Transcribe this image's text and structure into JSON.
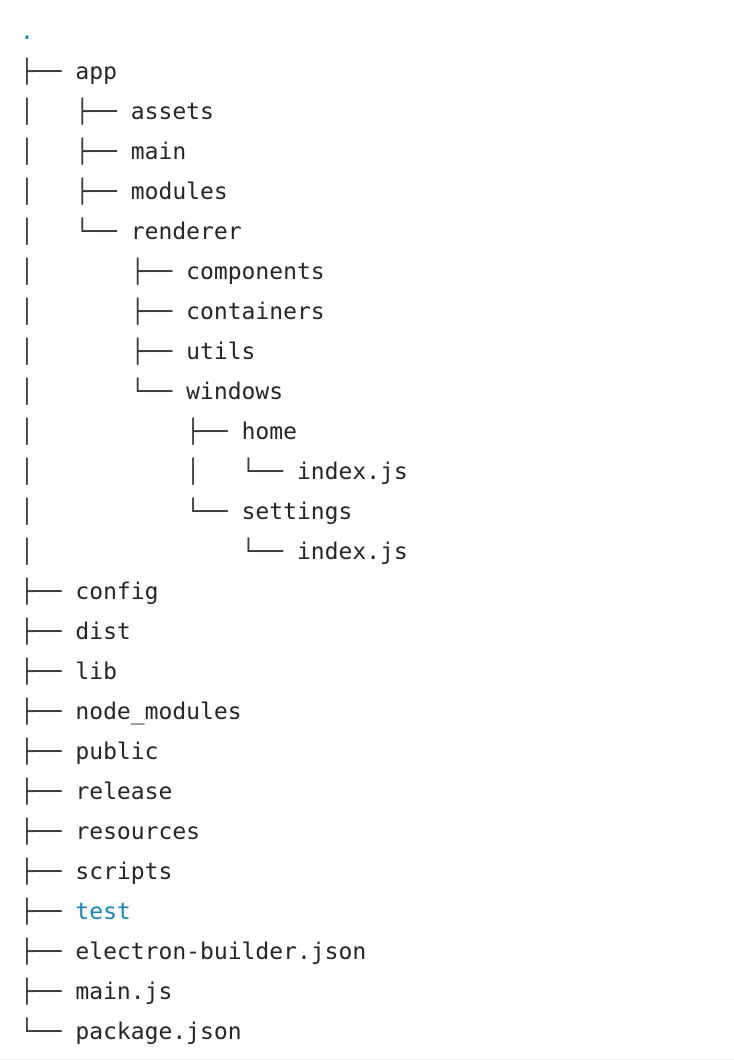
{
  "meta": {
    "kind": "terminal-directory-tree",
    "background_color": "#ffffff",
    "text_color": "#262626",
    "branch_color": "#3a3a3a",
    "accent_color": "#1b86b4"
  },
  "tree": {
    "root_label": ".",
    "root_is_accent": true,
    "lines": [
      {
        "prefix": "",
        "connector": "",
        "name": ".",
        "accent": true,
        "type": "directory",
        "depth": 0
      },
      {
        "prefix": "",
        "connector": "├── ",
        "name": "app",
        "accent": false,
        "type": "directory",
        "depth": 1
      },
      {
        "prefix": "│   ",
        "connector": "├── ",
        "name": "assets",
        "accent": false,
        "type": "directory",
        "depth": 2
      },
      {
        "prefix": "│   ",
        "connector": "├── ",
        "name": "main",
        "accent": false,
        "type": "directory",
        "depth": 2
      },
      {
        "prefix": "│   ",
        "connector": "├── ",
        "name": "modules",
        "accent": false,
        "type": "directory",
        "depth": 2
      },
      {
        "prefix": "│   ",
        "connector": "└── ",
        "name": "renderer",
        "accent": false,
        "type": "directory",
        "depth": 2
      },
      {
        "prefix": "│       ",
        "connector": "├── ",
        "name": "components",
        "accent": false,
        "type": "directory",
        "depth": 3
      },
      {
        "prefix": "│       ",
        "connector": "├── ",
        "name": "containers",
        "accent": false,
        "type": "directory",
        "depth": 3
      },
      {
        "prefix": "│       ",
        "connector": "├── ",
        "name": "utils",
        "accent": false,
        "type": "directory",
        "depth": 3
      },
      {
        "prefix": "│       ",
        "connector": "└── ",
        "name": "windows",
        "accent": false,
        "type": "directory",
        "depth": 3
      },
      {
        "prefix": "│           ",
        "connector": "├── ",
        "name": "home",
        "accent": false,
        "type": "directory",
        "depth": 4
      },
      {
        "prefix": "│           │   ",
        "connector": "└── ",
        "name": "index.js",
        "accent": false,
        "type": "file",
        "depth": 5
      },
      {
        "prefix": "│           ",
        "connector": "└── ",
        "name": "settings",
        "accent": false,
        "type": "directory",
        "depth": 4
      },
      {
        "prefix": "│               ",
        "connector": "└── ",
        "name": "index.js",
        "accent": false,
        "type": "file",
        "depth": 5
      },
      {
        "prefix": "",
        "connector": "├── ",
        "name": "config",
        "accent": false,
        "type": "directory",
        "depth": 1
      },
      {
        "prefix": "",
        "connector": "├── ",
        "name": "dist",
        "accent": false,
        "type": "directory",
        "depth": 1
      },
      {
        "prefix": "",
        "connector": "├── ",
        "name": "lib",
        "accent": false,
        "type": "directory",
        "depth": 1
      },
      {
        "prefix": "",
        "connector": "├── ",
        "name": "node_modules",
        "accent": false,
        "type": "directory",
        "depth": 1
      },
      {
        "prefix": "",
        "connector": "├── ",
        "name": "public",
        "accent": false,
        "type": "directory",
        "depth": 1
      },
      {
        "prefix": "",
        "connector": "├── ",
        "name": "release",
        "accent": false,
        "type": "directory",
        "depth": 1
      },
      {
        "prefix": "",
        "connector": "├── ",
        "name": "resources",
        "accent": false,
        "type": "directory",
        "depth": 1
      },
      {
        "prefix": "",
        "connector": "├── ",
        "name": "scripts",
        "accent": false,
        "type": "directory",
        "depth": 1
      },
      {
        "prefix": "",
        "connector": "├── ",
        "name": "test",
        "accent": true,
        "type": "directory",
        "depth": 1
      },
      {
        "prefix": "",
        "connector": "├── ",
        "name": "electron-builder.json",
        "accent": false,
        "type": "file",
        "depth": 1
      },
      {
        "prefix": "",
        "connector": "├── ",
        "name": "main.js",
        "accent": false,
        "type": "file",
        "depth": 1
      },
      {
        "prefix": "",
        "connector": "└── ",
        "name": "package.json",
        "accent": false,
        "type": "file",
        "depth": 1
      }
    ]
  }
}
